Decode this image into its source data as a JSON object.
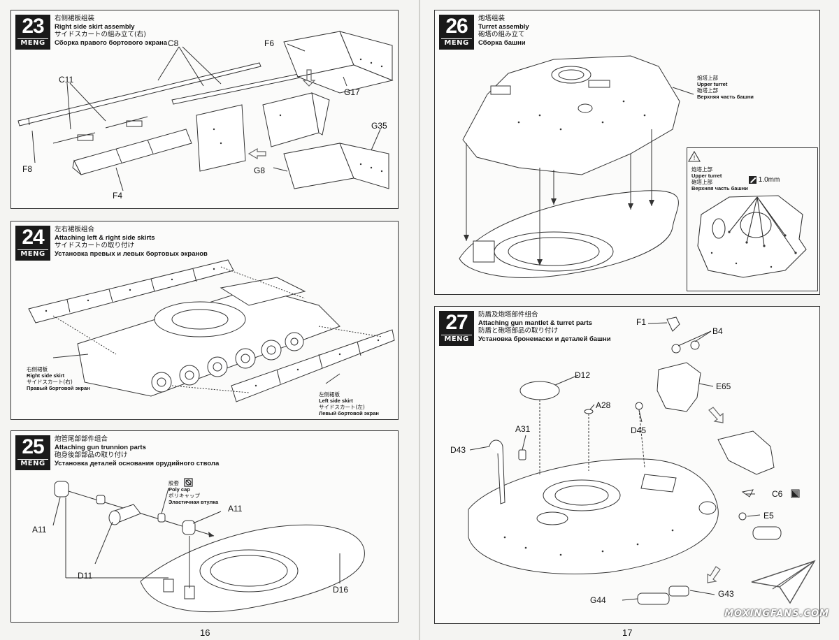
{
  "brand": "MENG",
  "steps": {
    "s23": {
      "number": "23",
      "title_zh": "右侧裙板组装",
      "title_en": "Right side skirt assembly",
      "title_ja": "サイドスカートの組み立て(右)",
      "title_ru": "Сборка правого бортового экрана",
      "parts": [
        "C8",
        "F6",
        "C11",
        "G17",
        "G35",
        "F8",
        "G8",
        "F4"
      ]
    },
    "s24": {
      "number": "24",
      "title_zh": "左右裙板组合",
      "title_en": "Attaching left & right side skirts",
      "title_ja": "サイドスカートの取り付け",
      "title_ru": "Установка превых и левых бортовых экранов",
      "right_skirt": {
        "zh": "右侧裙板",
        "en": "Right side skirt",
        "ja": "サイドスカート(右)",
        "ru": "Правый бортовой экран"
      },
      "left_skirt": {
        "zh": "左侧裙板",
        "en": "Left side skirt",
        "ja": "サイドスカート(左)",
        "ru": "Левый бортовой экран"
      }
    },
    "s25": {
      "number": "25",
      "title_zh": "炮管尾部部件组合",
      "title_en": "Attaching gun trunnion parts",
      "title_ja": "砲身後部部品の取り付け",
      "title_ru": "Установка деталей основания орудийного ствола",
      "polycap": {
        "zh": "胶套",
        "en": "Poly cap",
        "ja": "ポリキャップ",
        "ru": "Эластичная втулка"
      },
      "parts": [
        "A11",
        "A11",
        "D11",
        "D16"
      ]
    },
    "s26": {
      "number": "26",
      "title_zh": "炮塔组装",
      "title_en": "Turret assembly",
      "title_ja": "砲塔の組み立て",
      "title_ru": "Сборка башни",
      "upper_turret": {
        "zh": "炮塔上部",
        "en": "Upper turret",
        "ja": "砲塔上部",
        "ru": "Верхняя часть башни"
      },
      "drill_size": "1.0mm"
    },
    "s27": {
      "number": "27",
      "title_zh": "防盾及炮塔部件组合",
      "title_en": "Attaching gun mantlet & turret parts",
      "title_ja": "防盾と砲塔部品の取り付け",
      "title_ru": "Установка бронемаски и деталей башни",
      "parts": [
        "F1",
        "B4",
        "D12",
        "E65",
        "A28",
        "D45",
        "A31",
        "D43",
        "C6",
        "E5",
        "G44",
        "G43"
      ]
    }
  },
  "page_left": "16",
  "page_right": "17",
  "watermark": "MOXINGFANS.COM",
  "colors": {
    "badge": "#1a1a1a",
    "line": "#333333",
    "paper": "#f4f4f2"
  }
}
